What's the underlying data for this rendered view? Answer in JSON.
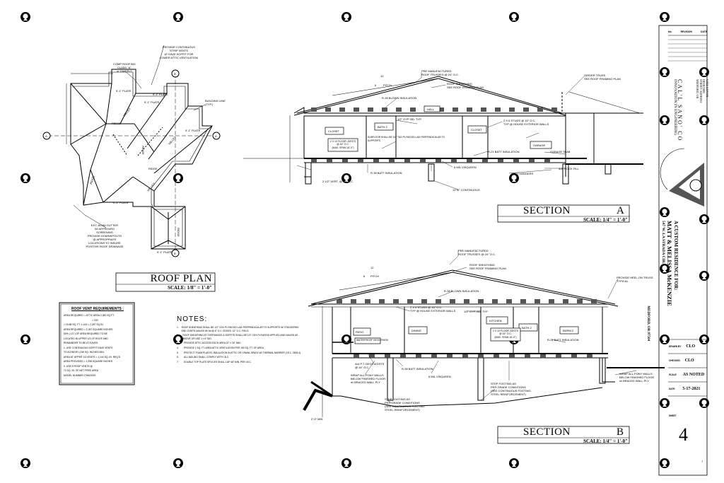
{
  "roof_plan": {
    "title": "ROOF PLAN",
    "scale": "SCALE: 1/8\" = 1'-0\"",
    "callouts": {
      "comp": [
        "COMP ROOFING",
        "CLASS \"A\"",
        "o/ 15# FELT"
      ],
      "vents": [
        "PROVIDE CONTINUOUS",
        "STRIP VENTS",
        "AT EAVE SOFFIT FOR",
        "LOWER ATTIC VENTILATION"
      ],
      "building_line": [
        "BUILDING LINE",
        "(TYP.)"
      ],
      "gutter": [
        "EXT. ALUM GUTTER",
        "W/ APPROVED",
        "SCREENING",
        "PROVIDE DOWNSPOUTS",
        "@ APPROPRIATE",
        "LOCATIONS TO INSURE",
        "POSITIVE ROOF DRAINAGE"
      ]
    },
    "ridge_labels": [
      "RIDGE",
      "RIDGE",
      "RIDGE",
      "RIDGE",
      "RIDGE"
    ],
    "valley_labels": [
      "VALLEY",
      "VALLEY",
      "VALLEY"
    ],
    "plate_labels": [
      "9'-1\" PLATE",
      "9'-1\" PLATE",
      "9'-1\" PLATE",
      "9'-1\" PLATE",
      "9'-1\" PLATE",
      "9'-1\" PLATE"
    ],
    "section_markers": [
      "A",
      "B"
    ]
  },
  "vent_table": {
    "title": "ROOF VENT REQUIREMENTS :",
    "lines": [
      "AREA REQUIRED = ATTIC AREA   2,382 SQ.FT.",
      "= 150",
      "= 15.88 SQ. FT. x 144 = 2,287 SQ.IN.",
      "AREA REQUIRED = 2,287   SQUARE INCHES",
      "50% ( 1/2 ) OF AREA REQUIRED TO BE",
      "LOCATED IN UPPER 1/3 OF ROOF AND",
      "REMAINDER TO BE AT EAVES.",
      "1. USE CONTINUOUS SOFFIT EAVE VENTS",
      "TO ACHIEVE LOW SQ. INCHES MIN.",
      "AREA AT UPPER 1/3 VENTS = 1,144 SQ. IN. REQ'D",
      "AREA PROVIDED = 1,296   SQUARE INCHES",
      "2. USE 8  ROOF VENTS @",
      "72 SQ. IN. OF NET FREE AREA",
      "MODEL NUMBER O'HAGIN'S"
    ]
  },
  "notes": {
    "title": "NOTES:",
    "items": [
      "ROOF SHEATHING SHALL BE 1/2\" CDX PLYWOOD LAID PERPENDICULAR TO SUPPORTS W/ STAGGERED END JOINTS NAILED W/ 8d @ 6\" O.C. EDGES, 12\" O.C. FIELD.",
      "ROOF SHEATHING AT OVERHANGS & SOFFITS SHALL BE 1/2\" CDX PLYWOOD APPLIED AND NAILED AS ABOVE OR USE 1 x 6 T&G.",
      "PROVIDE ATTIC ACCESS EACH AREA 22\" x 30\" MIN.",
      "PROVIDE 1 SQ. FT. AREA ATTIC VENTILATION PER 150 SQ. FT. OF AREA.",
      "PROTECT FOAM PLASTIC INSULATION IN ATTIC OR CRAWL SPACE W/ THERMAL BARRIER (I.B.C. 2603.4).",
      "ALL NAILING SHALL COMPLY WITH I.B.C.",
      "DOUBLE TOP PLATE SPLICES SHALL LAP 48\" MIN. PER I.B.C."
    ]
  },
  "section_a": {
    "title": "SECTION",
    "letter": "A",
    "scale": "SCALE: 1/4\" = 1'-0\"",
    "rooms": [
      "CLOSET",
      "BATH 2",
      "HALL",
      "CLOSET",
      "GARAGE"
    ],
    "callouts": {
      "trusses": [
        "PRE MANUFACTURED",
        "ROOF TRUSSES @ 24\" O.C."
      ],
      "sheathing": [
        "ROOF SHEATHING",
        "SEE ROOF FRAMING PLAN"
      ],
      "girder": [
        "GIRDER TRUSS",
        "SEE ROOF FRAMING PLAN"
      ],
      "blown": "R-38 BLOWN INSULATION",
      "gyp": "1/2\" GYP. BD. TYP.",
      "studs": [
        "2 X 6 STUDS @ 16\" O.C.",
        "TYP @ HOUSE EXTERIOR WALLS"
      ],
      "floor_joists": [
        "2 X 10 FLOOR JOISTS",
        "@ 16\" O.C.",
        "(MAX. SPAN 16'-0\")"
      ],
      "subfloor": "SUBFLOOR SHALL BE 3/4\" T&G PLYWOOD LAID PERPENDICULAR TO SUPPORTS",
      "batt": "R-21 BATT INSULATION",
      "garage_slab": "GARAGE SLAB",
      "vapor": "6 MIL VISQUEEN",
      "joist_hangers": "JOIST HANGERS",
      "rock_fill": "3/4\" ROCK FILL",
      "footing": "12\"/6\" CONTINUOUS",
      "batt2": "R-38 BATT INSULATION",
      "vent_note": "2 1/2\" VERT. @ 48\" O.C."
    },
    "pitch": "6",
    "run": "12",
    "pitch_label": "PITCH"
  },
  "section_b": {
    "title": "SECTION",
    "letter": "B",
    "scale": "SCALE: 1/4\" = 1'-0\"",
    "rooms": [
      "PATIO",
      "DINING",
      "KITCHEN",
      "BATH 2",
      "BDRM 2"
    ],
    "callouts": {
      "trusses": [
        "PRE MANUFACTURED",
        "ROOF TRUSSES @ 24\" O.C."
      ],
      "sheathing": [
        "ROOF SHEATHING",
        "SEE ROOF FRAMING PLAN"
      ],
      "heel": [
        "PROVIDE HEEL-ON TRUSS",
        "TYPICAL"
      ],
      "blown": "R-38 BLOWN INSULATION",
      "gyp": "1/2\" GYP. BD. TYP.",
      "studs": [
        "2 X 6 STUDS @ 16\" O.C.",
        "TYP @ HOUSE EXTERIOR WALLS"
      ],
      "floor_joists": [
        "2 X 10 FLOOR JOISTS",
        "@ 16\" O.C.",
        "(MAX. SPAN 16'-0\")"
      ],
      "deck": "WATERPROOF DECK FINISH",
      "post": [
        "4x4 P.T. DECK JOISTS",
        "@ 16\" O.C."
      ],
      "pony": [
        "WRAP ALL PONY WALLS",
        "BELOW FINISHED FLOOR",
        "w/ BRACED WALL PLY"
      ],
      "batt": "R-21 BATT INSULATION",
      "batt2": "R-38 BATT INSULATION",
      "vapor": "6 MIL VISQUEEN",
      "step1": [
        "STEP FOOTING AS",
        "PER GRADE CONDITIONS",
        "(SEE CONTINUOUS FOOTING",
        "STEEL REINFORCEMENT)"
      ],
      "step2": [
        "STEP FOOTING AS",
        "PER GRADE CONDITIONS",
        "(SEE CONTINUOUS FOOTING",
        "STEEL REINFORCEMENT)"
      ],
      "dim": "2'-0\" MIN"
    },
    "pitch": "6",
    "run": "12",
    "pitch_label": "PITCH"
  },
  "title_block": {
    "revision_headers": [
      "No.",
      "REVISION",
      "DATE"
    ],
    "project_for": "A CUSTOM RESIDENCE FOR:",
    "client": "MATT & MELISSA McKENZIE",
    "address": "547 W. LA STRADA CIR.",
    "city": "MEDFORD, OR 97504",
    "company_arc": "CAL'L SANO' CO",
    "company_sub": "INNOVATION IN ENGINEERING",
    "designer_lines": [
      "CALL LOVOR",
      "DESIGNER",
      "STREET ADDRESS",
      "MEDFORD, OR",
      "PHONE",
      "EMAIL",
      "LICENSE"
    ],
    "drawn_label": "DRAWN BY",
    "drawn_value": "CLO",
    "checked_label": "CHECKED",
    "checked_value": "CLO",
    "scale_label": "SCALE",
    "scale_value": "AS NOTED",
    "date_label": "DATE",
    "date_value": "5-17-2021",
    "sheet_label": "SHEET",
    "sheet_number": "4",
    "page_of": "7"
  },
  "colors": {
    "ink": "#000000",
    "paper": "#ffffff",
    "grey": "#555555"
  }
}
